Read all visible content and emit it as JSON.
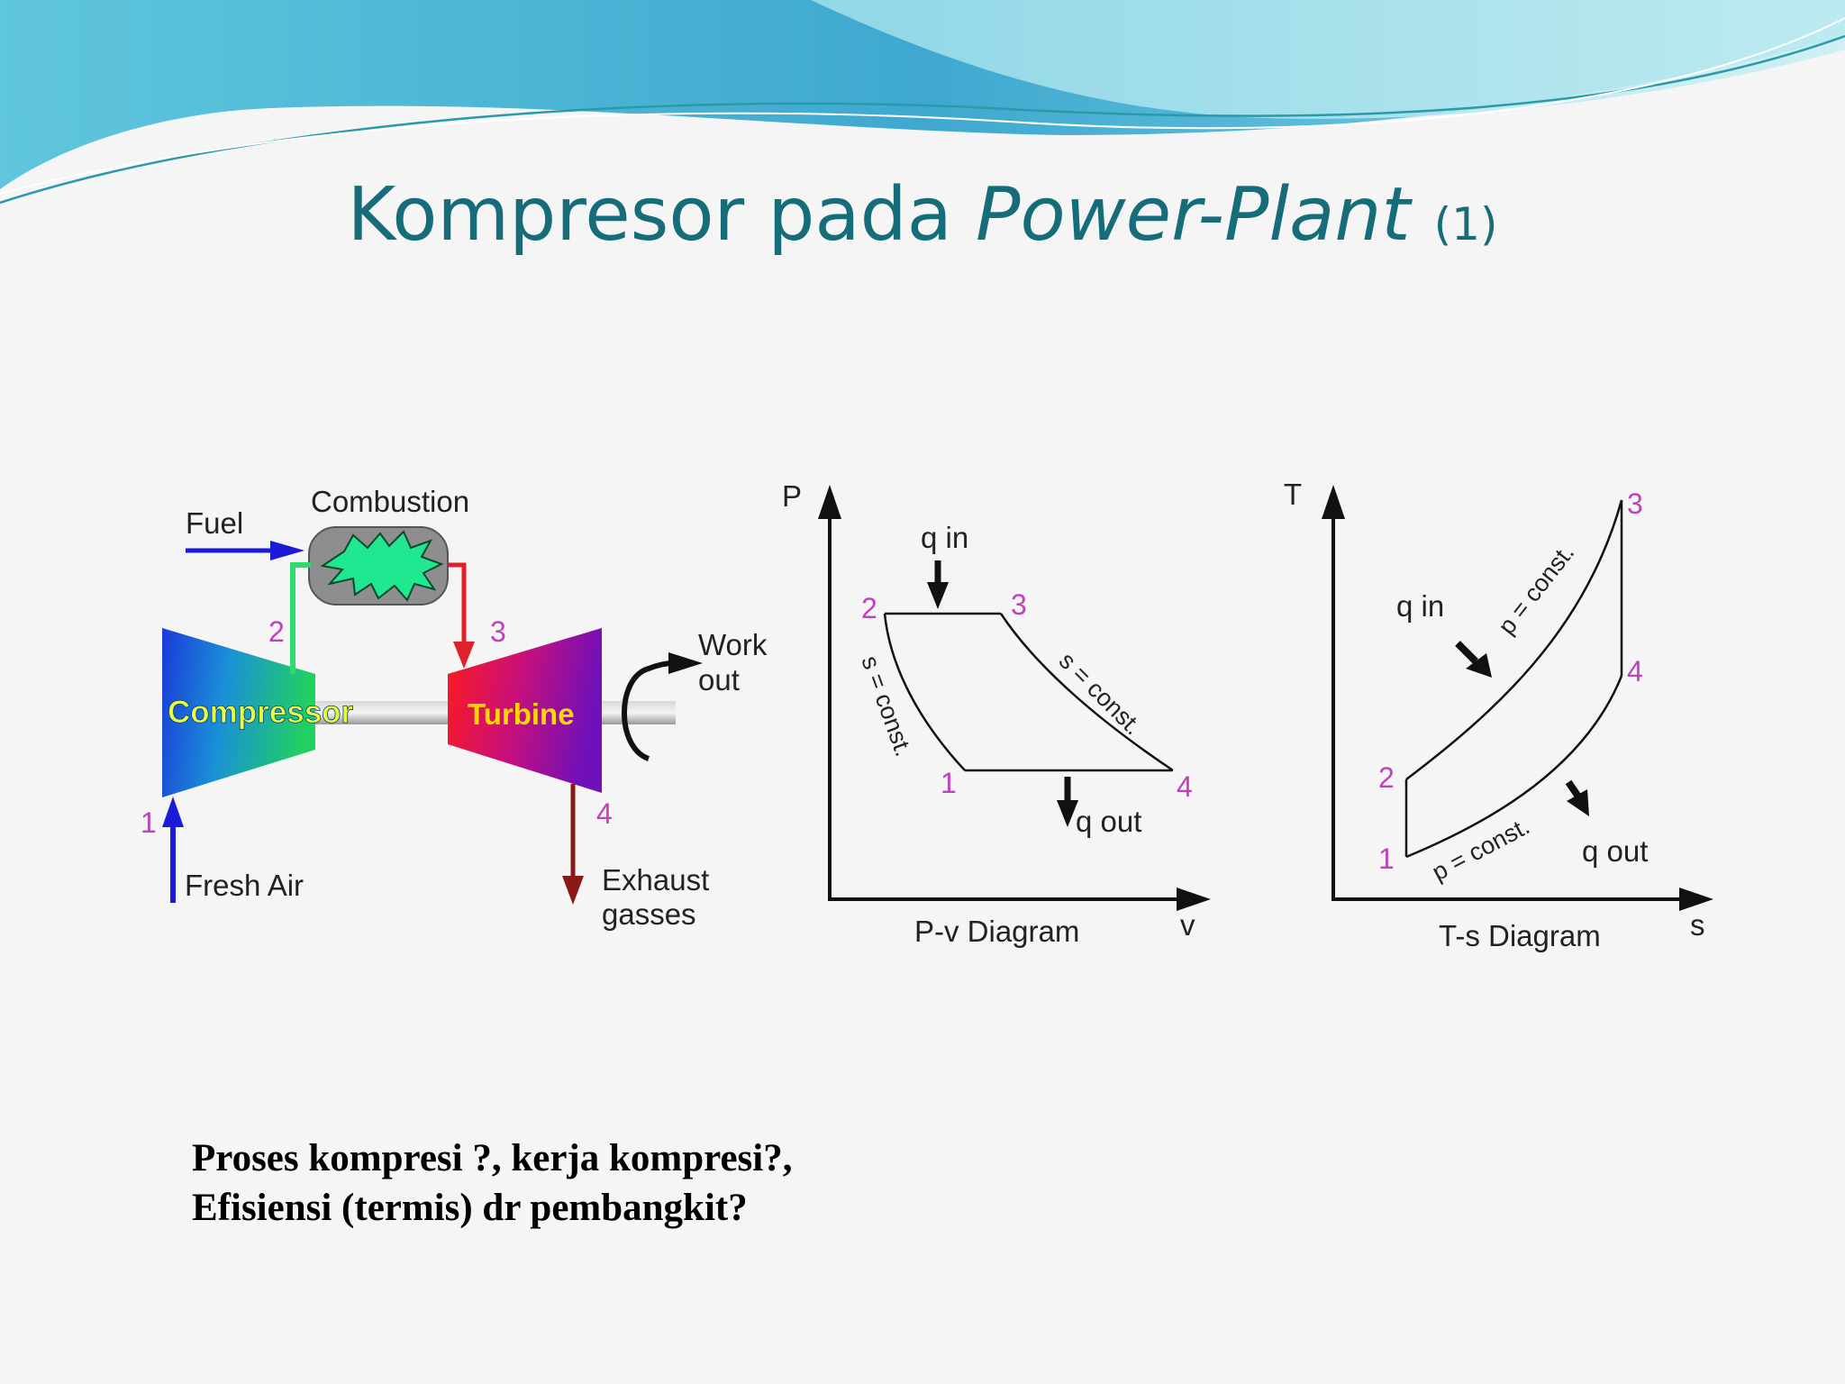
{
  "slide": {
    "title_main": "Kompresor pada ",
    "title_italic": "Power-Plant",
    "title_number": "(1)",
    "questions": [
      "Proses kompresi ?, kerja kompresi?,",
      "Efisiensi  (termis) dr pembangkit?"
    ]
  },
  "turbine_diagram": {
    "fuel": "Fuel",
    "combustion": "Combustion",
    "compressor": "Compressor",
    "turbine": "Turbine",
    "work_out_1": "Work",
    "work_out_2": "out",
    "fresh_air": "Fresh Air",
    "exhaust_1": "Exhaust",
    "exhaust_2": "gasses",
    "state_1": "1",
    "state_2": "2",
    "state_3": "3",
    "state_4": "4"
  },
  "pv_diagram": {
    "y_axis": "P",
    "x_axis": "v",
    "caption": "P-v Diagram",
    "q_in": "q in",
    "q_out": "q out",
    "left_curve": "s = const.",
    "right_curve": "s = const.",
    "p1": "1",
    "p2": "2",
    "p3": "3",
    "p4": "4"
  },
  "ts_diagram": {
    "y_axis": "T",
    "x_axis": "s",
    "caption": "T-s Diagram",
    "q_in": "q in",
    "q_out": "q out",
    "upper_curve": "p = const.",
    "lower_curve": "p = const.",
    "p1": "1",
    "p2": "2",
    "p3": "3",
    "p4": "4"
  },
  "colors": {
    "title": "#176c7a",
    "state_label": "#c040c0",
    "fuel_arrow": "#1a1ad8",
    "hot_line": "#e0202a",
    "cold_line": "#30d870",
    "exhaust_arrow": "#8a1a1a",
    "turbine_label": "#ffd800"
  }
}
